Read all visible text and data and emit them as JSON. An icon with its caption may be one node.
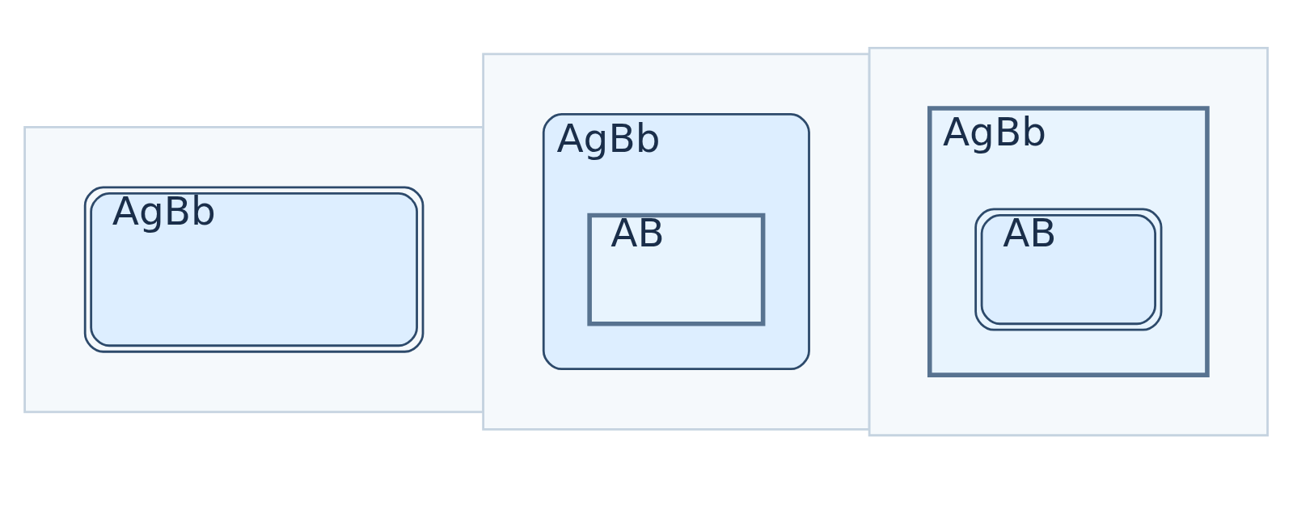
{
  "diagram": {
    "nodes": [
      {
        "text": [],
        "shape": "box"
      },
      {
        "text": [
          "AgBb"
        ],
        "in": 0
      },
      {
        "text": [],
        "shape": "box"
      },
      {
        "text": [
          "AgBb"
        ],
        "in": 2
      },
      {
        "text": [
          "AB"
        ],
        "in": 3
      },
      {
        "text": [],
        "shape": "box"
      },
      {
        "text": [
          "AgBb"
        ],
        "in": 5
      },
      {
        "text": [
          "AB"
        ],
        "in": 6
      }
    ]
  }
}
